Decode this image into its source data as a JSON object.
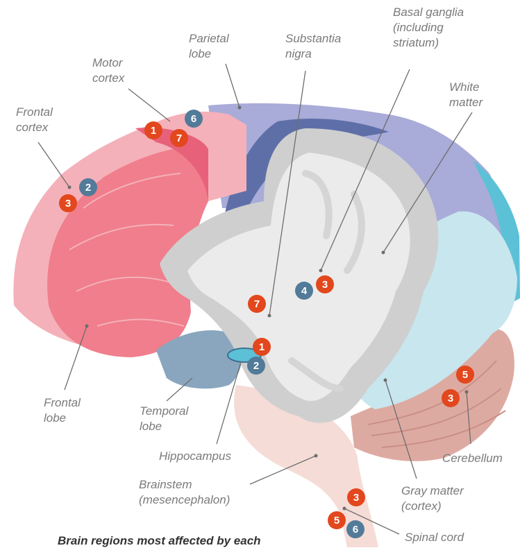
{
  "labels": {
    "parietal_lobe": "Parietal\nlobe",
    "motor_cortex": "Motor\ncortex",
    "frontal_cortex": "Frontal\ncortex",
    "substantia_nigra": "Substantia\nnigra",
    "basal_ganglia": "Basal ganglia\n(including\nstriatum)",
    "white_matter": "White\nmatter",
    "frontal_lobe": "Frontal\nlobe",
    "temporal_lobe": "Temporal\nlobe",
    "hippocampus": "Hippocampus",
    "brainstem": "Brainstem\n(mesencephalon)",
    "gray_matter": "Gray matter\n(cortex)",
    "cerebellum": "Cerebellum",
    "spinal_cord": "Spinal cord"
  },
  "caption": "Brain regions most affected by each",
  "badges": {
    "motor_a": "1",
    "motor_b": "7",
    "motor_c": "6",
    "frontal_a": "2",
    "frontal_b": "3",
    "basal_a": "4",
    "basal_b": "3",
    "nigra": "7",
    "hippo_a": "1",
    "hippo_b": "2",
    "cereb_a": "5",
    "cereb_b": "3",
    "spinal_a": "3",
    "spinal_b": "5",
    "spinal_c": "6"
  },
  "colors": {
    "orange_badge": "#e2471d",
    "blue_badge": "#527a99",
    "frontal": "#f07e8c",
    "parietal": "#a9abd8",
    "cerebellum": "#ddaaa1",
    "gray_matter": "#c8c8c8",
    "white_matter": "#ebebeb"
  }
}
